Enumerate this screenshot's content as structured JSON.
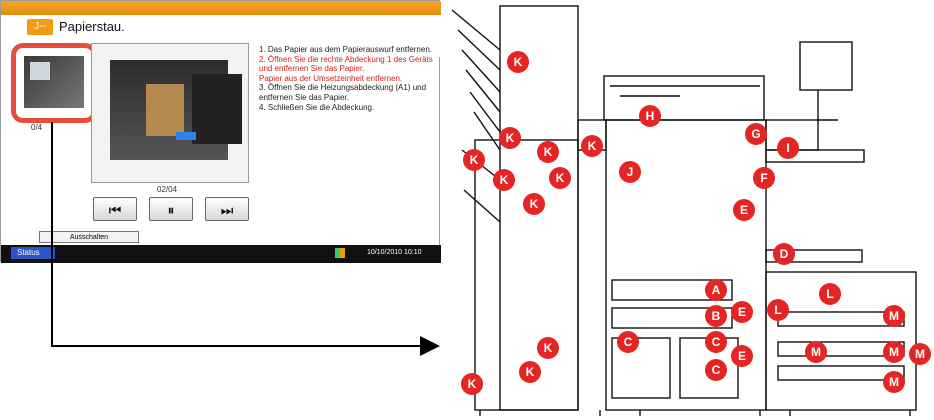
{
  "screen": {
    "error_code": "J--",
    "title": "Papierstau.",
    "thumbnail_caption": "0/4",
    "page_indicator": "02/04",
    "instructions": [
      {
        "text": "1. Das Papier aus dem Papierauswurf entfernen.",
        "color": "#222222"
      },
      {
        "text": "2. Öffnen Sie die rechte Abdeckung 1 des Geräts und entfernen Sie das Papier.",
        "color": "#d12020"
      },
      {
        "text": "Papier aus der Umsetzeinheit entfernen.",
        "color": "#d12020"
      },
      {
        "text": "3. Öffnen Sie die Heizungsabdeckung (A1) und entfernen Sie das Papier.",
        "color": "#222222"
      },
      {
        "text": "4. Schließen Sie die Abdeckung.",
        "color": "#222222"
      }
    ],
    "controls": {
      "previous": "⏮",
      "pause": "⏸",
      "next": "⏭"
    },
    "close_label": "Ausschalten",
    "status_tab": "Status",
    "status_time": "10/10/2010  10:10",
    "colors": {
      "top_bar": "#f5a623",
      "highlight": "#e74c3c",
      "status_bar": "#111111",
      "status_tab": "#2a55c8"
    }
  },
  "diagram": {
    "marker_color": "#e52424",
    "labels": {
      "A": "A",
      "B": "B",
      "C": "C",
      "D": "D",
      "E": "E",
      "F": "F",
      "G": "G",
      "H": "H",
      "I": "I",
      "J": "J",
      "K": "K",
      "L": "L",
      "M": "M"
    }
  }
}
